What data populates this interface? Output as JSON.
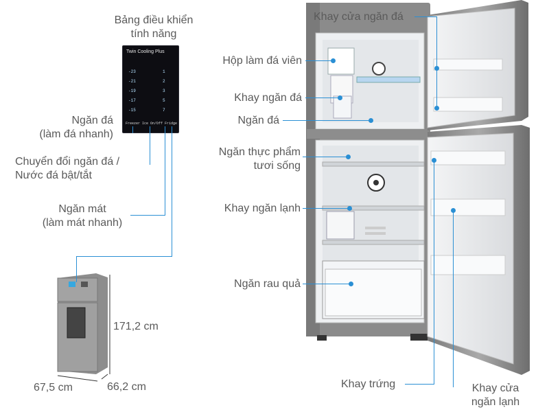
{
  "labels": {
    "control_panel": "Bảng điều khiển\ntính năng",
    "freezer_fast": "Ngăn đá\n(làm đá nhanh)",
    "switch": "Chuyển đổi ngăn đá /\nNước đá bật/tắt",
    "fridge_fast": "Ngăn mát\n(làm mát nhanh)",
    "ice_door_tray": "Khay cửa ngăn đá",
    "ice_box": "Hộp làm đá viên",
    "ice_tray": "Khay ngăn đá",
    "freezer": "Ngăn đá",
    "fresh_food": "Ngăn thực phẩm\ntươi sống",
    "fridge_tray": "Khay ngăn lạnh",
    "veg": "Ngăn rau quả",
    "egg_tray": "Khay trứng",
    "fridge_door_tray": "Khay cửa\nngăn lạnh"
  },
  "dimensions": {
    "height": "171,2 cm",
    "width": "67,5 cm",
    "depth": "66,2 cm"
  },
  "panel": {
    "title": "Twin Cooling Plus",
    "freezer_temps": [
      "-23",
      "-21",
      "-19",
      "-17",
      "-15"
    ],
    "fridge_temps": [
      "1",
      "2",
      "3",
      "5",
      "7"
    ],
    "footer": "Freezer  Ice On/Off  Fridge"
  },
  "colors": {
    "accent_line": "#2a8fd4",
    "fridge_body": "#8a8a8a",
    "fridge_interior": "#eef0f2"
  }
}
